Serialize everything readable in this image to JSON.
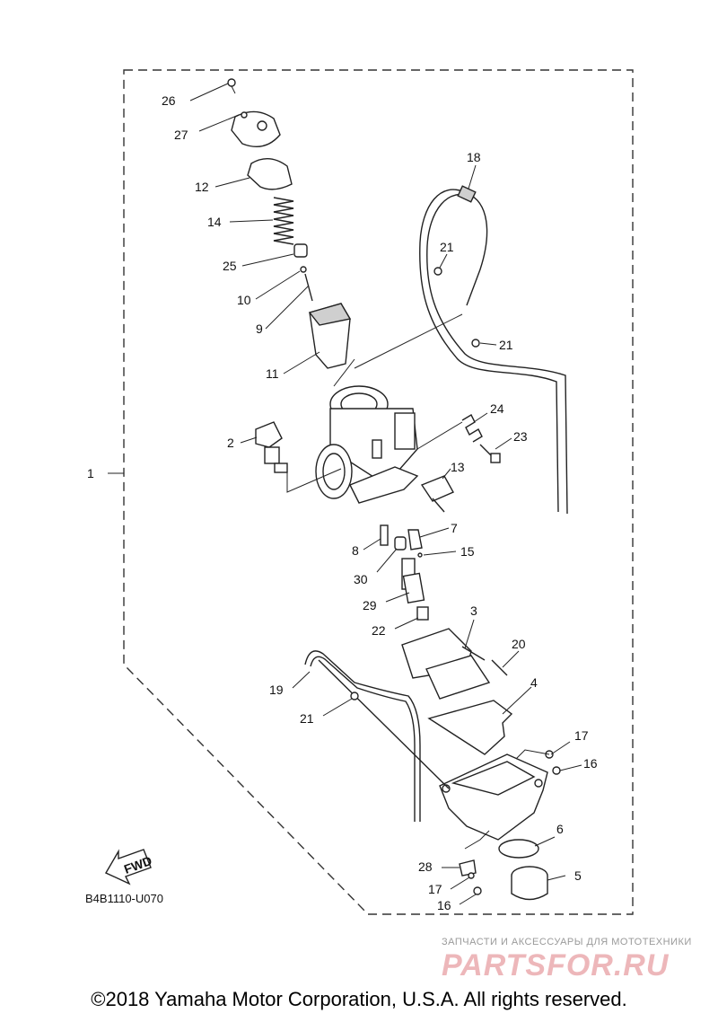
{
  "diagram": {
    "code": "B4B1110-U070",
    "fwd_label": "FWD",
    "callouts": {
      "c1": "1",
      "c2": "2",
      "c3": "3",
      "c4": "4",
      "c5": "5",
      "c6": "6",
      "c7": "7",
      "c8": "8",
      "c9": "9",
      "c10": "10",
      "c11": "11",
      "c12": "12",
      "c13": "13",
      "c14": "14",
      "c15": "15",
      "c16a": "16",
      "c16b": "16",
      "c17a": "17",
      "c17b": "17",
      "c18": "18",
      "c19": "19",
      "c20": "20",
      "c21a": "21",
      "c21b": "21",
      "c21c": "21",
      "c22": "22",
      "c23": "23",
      "c24": "24",
      "c25": "25",
      "c26": "26",
      "c27": "27",
      "c28": "28",
      "c29": "29",
      "c30": "30"
    }
  },
  "watermark": {
    "tagline": "ЗАПЧАСТИ И АКСЕССУАРЫ ДЛЯ МОТОТЕХНИКИ",
    "logo": "PARTSFOR.RU"
  },
  "copyright": "©2018 Yamaha Motor Corporation, U.S.A. All rights reserved."
}
